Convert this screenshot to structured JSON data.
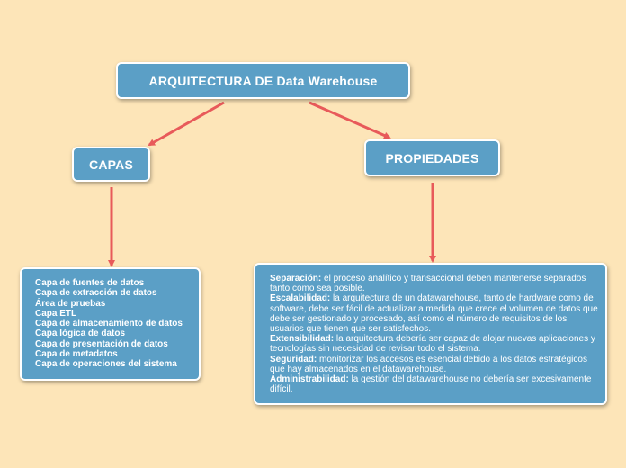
{
  "root": {
    "label": "ARQUITECTURA DE Data Warehouse"
  },
  "capas": {
    "label": "CAPAS",
    "items": [
      "Capa de fuentes de datos",
      "Capa de extracción de datos",
      "Área de pruebas",
      "Capa ETL",
      "Capa de almacenamiento de datos",
      "Capa lógica de datos",
      "Capa de presentación de datos",
      "Capa de metadatos",
      "Capa de operaciones del sistema"
    ]
  },
  "propiedades": {
    "label": "PROPIEDADES",
    "items": [
      {
        "term": "Separación:",
        "text": " el proceso analítico y transaccional deben mantenerse separados tanto como sea posible."
      },
      {
        "term": "Escalabilidad:",
        "text": " la arquitectura de un datawarehouse, tanto de hardware como de software, debe ser fácil de actualizar a medida que crece el volumen de datos que debe ser gestionado y procesado, así como el número de requisitos de los usuarios que tienen que ser satisfechos."
      },
      {
        "term": "Extensibilidad:",
        "text": " la arquitectura debería ser capaz de alojar nuevas aplicaciones y tecnologías sin necesidad de revisar todo el sistema."
      },
      {
        "term": "Seguridad:",
        "text": " monitorizar los accesos es esencial  debido a los datos estratégicos que hay almacenados en el datawarehouse."
      },
      {
        "term": "Administrabilidad:",
        "text": " la gestión del datawarehouse no debería ser excesivamente difícil."
      }
    ]
  },
  "colors": {
    "background": "#fde5b8",
    "node_fill": "#5b9fc6",
    "node_border": "#ffffff",
    "connector": "#e85a5a"
  }
}
